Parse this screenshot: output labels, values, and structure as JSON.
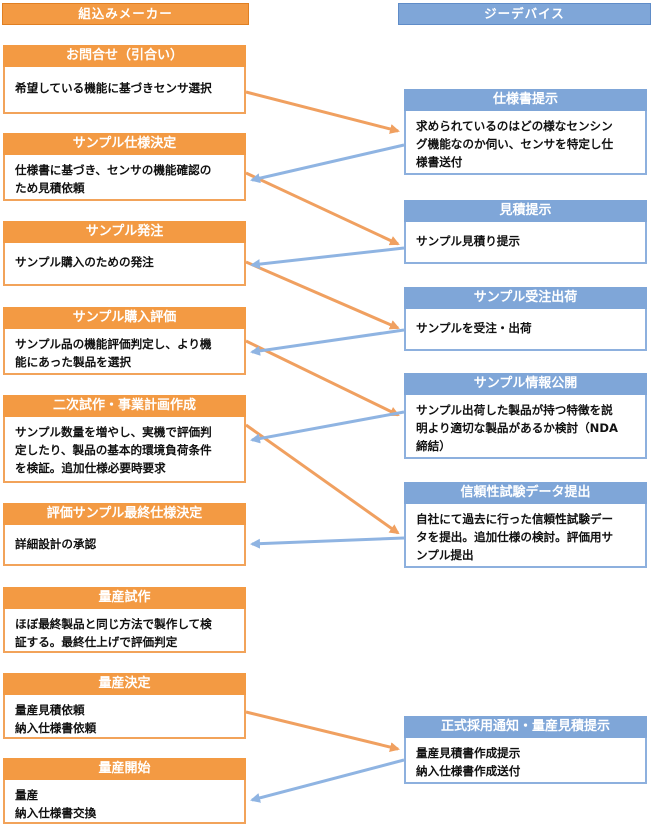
{
  "headers": {
    "left": "組込みメーカー",
    "right": "ジーデバイス"
  },
  "left_steps": [
    {
      "title": "お問合せ（引合い）",
      "body": "希望している機能に基づきセンサ選択"
    },
    {
      "title": "サンプル仕様決定",
      "body": "仕様書に基づき、センサの機能確認の\nため見積依頼"
    },
    {
      "title": "サンプル発注",
      "body": "サンプル購入のための発注"
    },
    {
      "title": "サンプル購入評価",
      "body": "サンプル品の機能評価判定し、より機\n能にあった製品を選択"
    },
    {
      "title": "二次試作・事業計画作成",
      "body": "サンプル数量を増やし、実機で評価判\n定したり、製品の基本的環境負荷条件\nを検証。追加仕様必要時要求"
    },
    {
      "title": "評価サンプル最終仕様決定",
      "body": "詳細設計の承認"
    },
    {
      "title": "量産試作",
      "body": "ほぼ最終製品と同じ方法で製作して検\n証する。最終仕上げで評価判定"
    },
    {
      "title": "量産決定",
      "body": "量産見積依頼\n納入仕様書依頼"
    },
    {
      "title": "量産開始",
      "body": "量産\n納入仕様書交換"
    }
  ],
  "right_steps": [
    {
      "title": "仕様書提示",
      "body": "求められているのはどの様なセンシン\nグ機能なのか伺い、センサを特定し仕\n様書送付"
    },
    {
      "title": "見積提示",
      "body": "サンプル見積り提示"
    },
    {
      "title": "サンプル受注出荷",
      "body": "サンプルを受注・出荷"
    },
    {
      "title": "サンプル情報公開",
      "body": "サンプル出荷した製品が持つ特徴を説\n明より適切な製品があるか検討（NDA\n締結）"
    },
    {
      "title": "信頼性試験データ提出",
      "body": "自社にて過去に行った信頼性試験デー\nタを提出。追加仕様の検討。評価用サ\nンプル提出"
    },
    {
      "title": "正式採用通知・量産見積提示",
      "body": "量産見積書作成提示\n納入仕様書作成送付"
    }
  ],
  "colors": {
    "orange": "#f39a43",
    "blue": "#7fa6d8",
    "orange_arrow": "#f0a060",
    "blue_arrow": "#8fb4e2"
  }
}
